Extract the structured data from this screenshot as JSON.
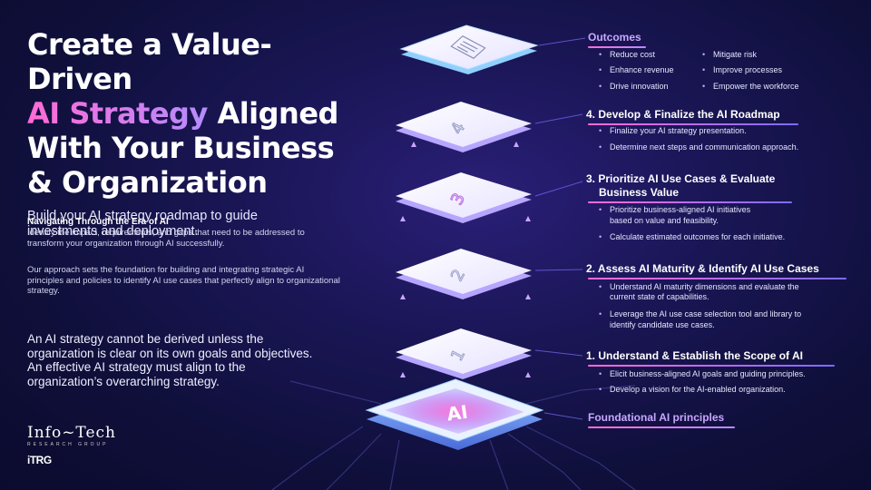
{
  "headline": {
    "line1": "Create a Value-Driven",
    "accent": "AI Strategy",
    "line2_rest": " Aligned",
    "line3": "With Your Business",
    "line4": "& Organization"
  },
  "subtitle": "Build your AI strategy roadmap to guide investments and deployment.",
  "navigating": {
    "heading": "Navigating Through the Era of AI",
    "body": "Identify the impact, requirements, and gaps that need to be addressed to transform your organization through AI successfully."
  },
  "approach": "Our approach sets the foundation for building and integrating strategic AI principles and policies to identify AI use cases that perfectly align to organizational strategy.",
  "closing": "An AI strategy cannot be derived unless the organization is clear on its own goals and objectives. An effective AI strategy must align to the organization’s overarching strategy.",
  "logos": {
    "infotech": "Info~Tech",
    "infotech_sub": "RESEARCH GROUP",
    "itrg": "iTRG"
  },
  "stack": {
    "labels": [
      "4",
      "3",
      "2",
      "1"
    ],
    "base": "AI"
  },
  "outcomes": {
    "title": "Outcomes",
    "col1": [
      "Reduce cost",
      "Enhance revenue",
      "Drive innovation"
    ],
    "col2": [
      "Mitigate risk",
      "Improve processes",
      "Empower the workforce"
    ]
  },
  "steps": [
    {
      "number": "4.",
      "title": "Develop & Finalize the AI Roadmap",
      "bullets": [
        "Finalize your AI strategy presentation.",
        "Determine next steps and communication approach."
      ]
    },
    {
      "number": "3.",
      "title": "Prioritize AI Use Cases & Evaluate",
      "title2": "Business Value",
      "bullets": [
        "Prioritize business-aligned AI initiatives",
        "based on value and feasibility.",
        "Calculate estimated outcomes for each initiative."
      ]
    },
    {
      "number": "2.",
      "title": "Assess AI Maturity & Identify AI Use Cases",
      "bullets": [
        "Understand AI maturity dimensions and evaluate the",
        "current state of capabilities.",
        "Leverage the AI use case selection tool and library to",
        "identify candidate use cases."
      ]
    },
    {
      "number": "1.",
      "title": "Understand & Establish the Scope of AI",
      "bullets": [
        "Elicit business-aligned AI goals and guiding principles.",
        "Develop a vision for the AI-enabled organization."
      ]
    }
  ],
  "foundation": "Foundational AI principles",
  "colors": {
    "accent_pink": "#ff6ad5",
    "accent_purple": "#c9a6ff",
    "background": "#1a1656"
  }
}
